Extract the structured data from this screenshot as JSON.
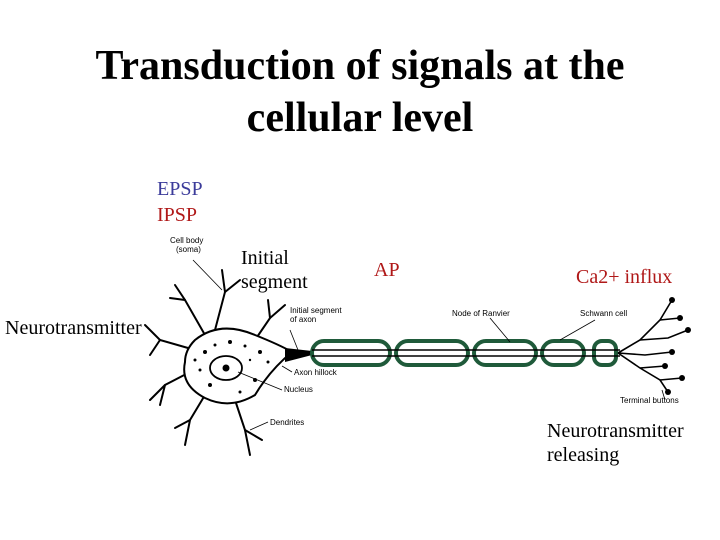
{
  "title": {
    "line1": "Transduction of signals at the",
    "line2": "cellular level"
  },
  "labels": {
    "epsp": "EPSP",
    "ipsp": "IPSP",
    "initial_segment_1": "Initial",
    "initial_segment_2": "segment",
    "ap": "AP",
    "ca_influx": "Ca2+ influx",
    "neurotransmitter": "Neurotransmitter",
    "nt_releasing_1": "Neurotransmitter",
    "nt_releasing_2": "releasing"
  },
  "diagram_labels": {
    "cell_body_1": "Cell body",
    "cell_body_2": "(soma)",
    "initial_segment_axon_1": "Initial segment",
    "initial_segment_axon_2": "of axon",
    "node_of_ranvier": "Node of Ranvier",
    "schwann_cell": "Schwann cell",
    "axon_hillock": "Axon hillock",
    "nucleus": "Nucleus",
    "dendrites": "Dendrites",
    "terminal_buttons": "Terminal buttons"
  },
  "colors": {
    "epsp": "#3b3b9a",
    "ipsp": "#b01818",
    "ap": "#b01818",
    "ca": "#b01818",
    "myelin": "#1f5a3a"
  }
}
